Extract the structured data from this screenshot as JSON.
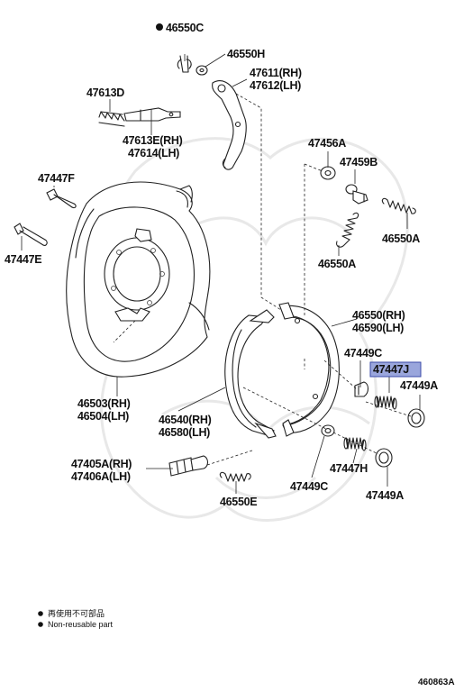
{
  "labels": {
    "p46550C": "46550C",
    "p46550H": "46550H",
    "p47611": "47611(RH)",
    "p47612": "47612(LH)",
    "p47613D": "47613D",
    "p47613E": "47613E(RH)",
    "p47614": "47614(LH)",
    "p47456A": "47456A",
    "p47459B": "47459B",
    "p47447F": "47447F",
    "p47447E": "47447E",
    "p46550A_r": "46550A",
    "p46550A_m": "46550A",
    "p46550": "46550(RH)",
    "p46590": "46590(LH)",
    "p47449C_t": "47449C",
    "p47447J": "47447J",
    "p47449A_r": "47449A",
    "p46503": "46503(RH)",
    "p46504": "46504(LH)",
    "p46540": "46540(RH)",
    "p46580": "46580(LH)",
    "p47405A": "47405A(RH)",
    "p47406A": "47406A(LH)",
    "p47447H": "47447H",
    "p47449C_b": "47449C",
    "p47449A_b": "47449A",
    "p46550E": "46550E"
  },
  "legend": {
    "line1": "再使用不可部品",
    "line2": "Non-reusable part"
  },
  "diagram_code": "460863A",
  "highlight_color": "#9aa6dc"
}
